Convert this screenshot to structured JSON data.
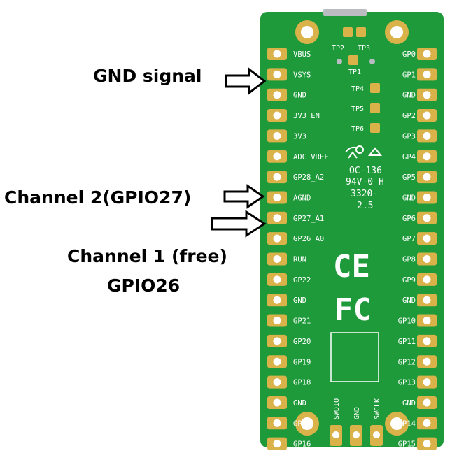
{
  "annotations": {
    "gnd_signal": "GND signal",
    "channel2": "Channel 2(GPIO27)",
    "channel1_line1": "Channel 1 (free)",
    "channel1_line2": "GPIO26"
  },
  "board": {
    "left_pins": [
      "VBUS",
      "VSYS",
      "GND",
      "3V3_EN",
      "3V3",
      "ADC_VREF",
      "GP28_A2",
      "AGND",
      "GP27_A1",
      "GP26_A0",
      "RUN",
      "GP22",
      "GND",
      "GP21",
      "GP20",
      "GP19",
      "GP18",
      "GND",
      "GP17",
      "GP16"
    ],
    "right_pins": [
      "GP0",
      "GP1",
      "GND",
      "GP2",
      "GP3",
      "GP4",
      "GP5",
      "GND",
      "GP6",
      "GP7",
      "GP8",
      "GP9",
      "GND",
      "GP10",
      "GP11",
      "GP12",
      "GP13",
      "GND",
      "GP14",
      "GP15"
    ],
    "bottom_pins": [
      "SWDIO",
      "GND",
      "SWCLK"
    ],
    "test_points": [
      "TP2",
      "TP3",
      "TP1",
      "TP4",
      "TP5",
      "TP6"
    ],
    "markings": {
      "code": "OC-136",
      "rating": "94V-0 H",
      "batch": "3320-",
      "version": "2.5",
      "ce": "CE",
      "fc": "FC"
    }
  },
  "colors": {
    "pcb": "#1f9a3b",
    "pad": "#d9b24a",
    "silkscreen": "#ffffff"
  }
}
